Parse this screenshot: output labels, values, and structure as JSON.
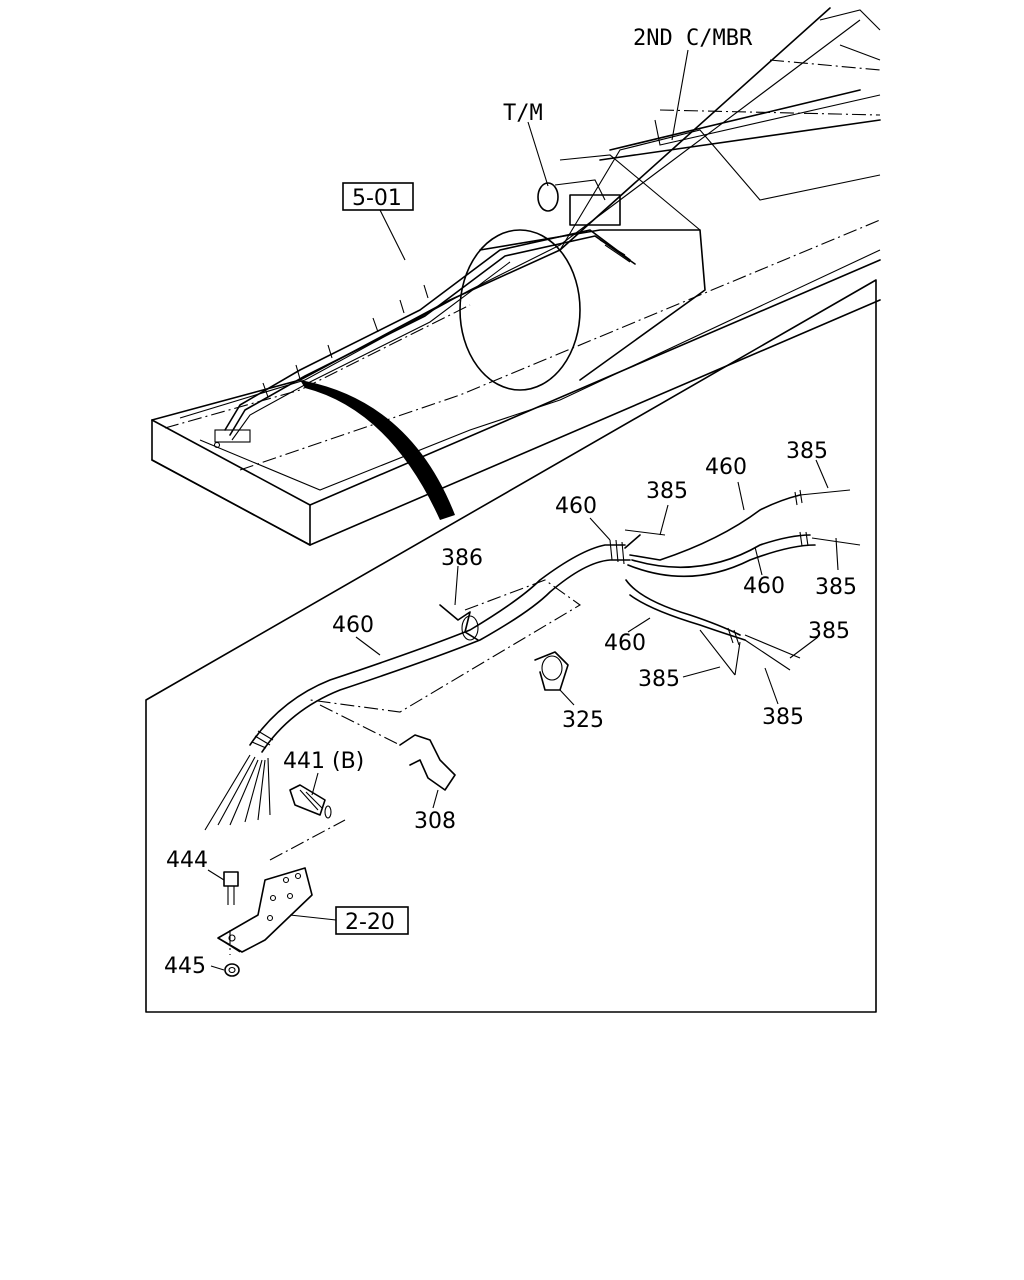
{
  "labels": {
    "second_crossmember": "2ND C/MBR",
    "transmission": "T/M",
    "ref_5_01": "5-01",
    "ref_2_20": "2-20"
  },
  "callouts": {
    "p385_a": "385",
    "p385_b": "385",
    "p385_c": "385",
    "p385_d": "385",
    "p385_e": "385",
    "p385_f": "385",
    "p460_a": "460",
    "p460_b": "460",
    "p460_c": "460",
    "p460_d": "460",
    "p460_e": "460",
    "p386": "386",
    "p325": "325",
    "p308": "308",
    "p441b": "441 (B)",
    "p444": "444",
    "p445": "445"
  }
}
